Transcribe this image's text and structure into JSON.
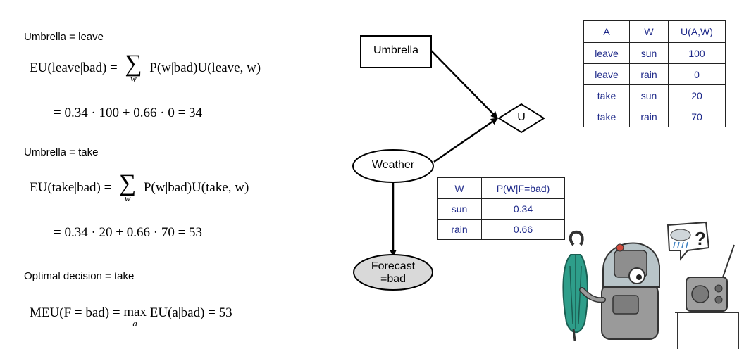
{
  "left": {
    "heading_leave": "Umbrella = leave",
    "eq_leave_lhs": "EU(leave|bad) =",
    "eq_leave_sigma": "∑",
    "eq_leave_sub": "w",
    "eq_leave_rhs": "P(w|bad)U(leave, w)",
    "eq_leave_calc": "= 0.34 · 100 + 0.66 · 0 = 34",
    "heading_take": "Umbrella = take",
    "eq_take_lhs": "EU(take|bad) =",
    "eq_take_sigma": "∑",
    "eq_take_sub": "w",
    "eq_take_rhs": "P(w|bad)U(take, w)",
    "eq_take_calc": "= 0.34 · 20 + 0.66 · 70 = 53",
    "heading_optimal": "Optimal decision = take",
    "eq_meu_lhs": "MEU(F = bad) =",
    "eq_meu_max": "max",
    "eq_meu_sub": "a",
    "eq_meu_rhs": "EU(a|bad) = 53"
  },
  "network": {
    "umbrella": "Umbrella",
    "utility": "U",
    "weather": "Weather",
    "forecast_line1": "Forecast",
    "forecast_line2": "=bad"
  },
  "utility_table": {
    "headers": [
      "A",
      "W",
      "U(A,W)"
    ],
    "rows": [
      [
        "leave",
        "sun",
        "100"
      ],
      [
        "leave",
        "rain",
        "0"
      ],
      [
        "take",
        "sun",
        "20"
      ],
      [
        "take",
        "rain",
        "70"
      ]
    ]
  },
  "prob_table": {
    "headers": [
      "W",
      "P(W|F=bad)"
    ],
    "rows": [
      [
        "sun",
        "0.34"
      ],
      [
        "rain",
        "0.66"
      ]
    ]
  },
  "cartoon": {
    "question_mark": "?"
  },
  "colors": {
    "table_text": "#1f2a8a",
    "forecast_fill": "#d9d9d9",
    "umbrella_green": "#2e9e8a",
    "robot_gray": "#9a9a9a"
  }
}
